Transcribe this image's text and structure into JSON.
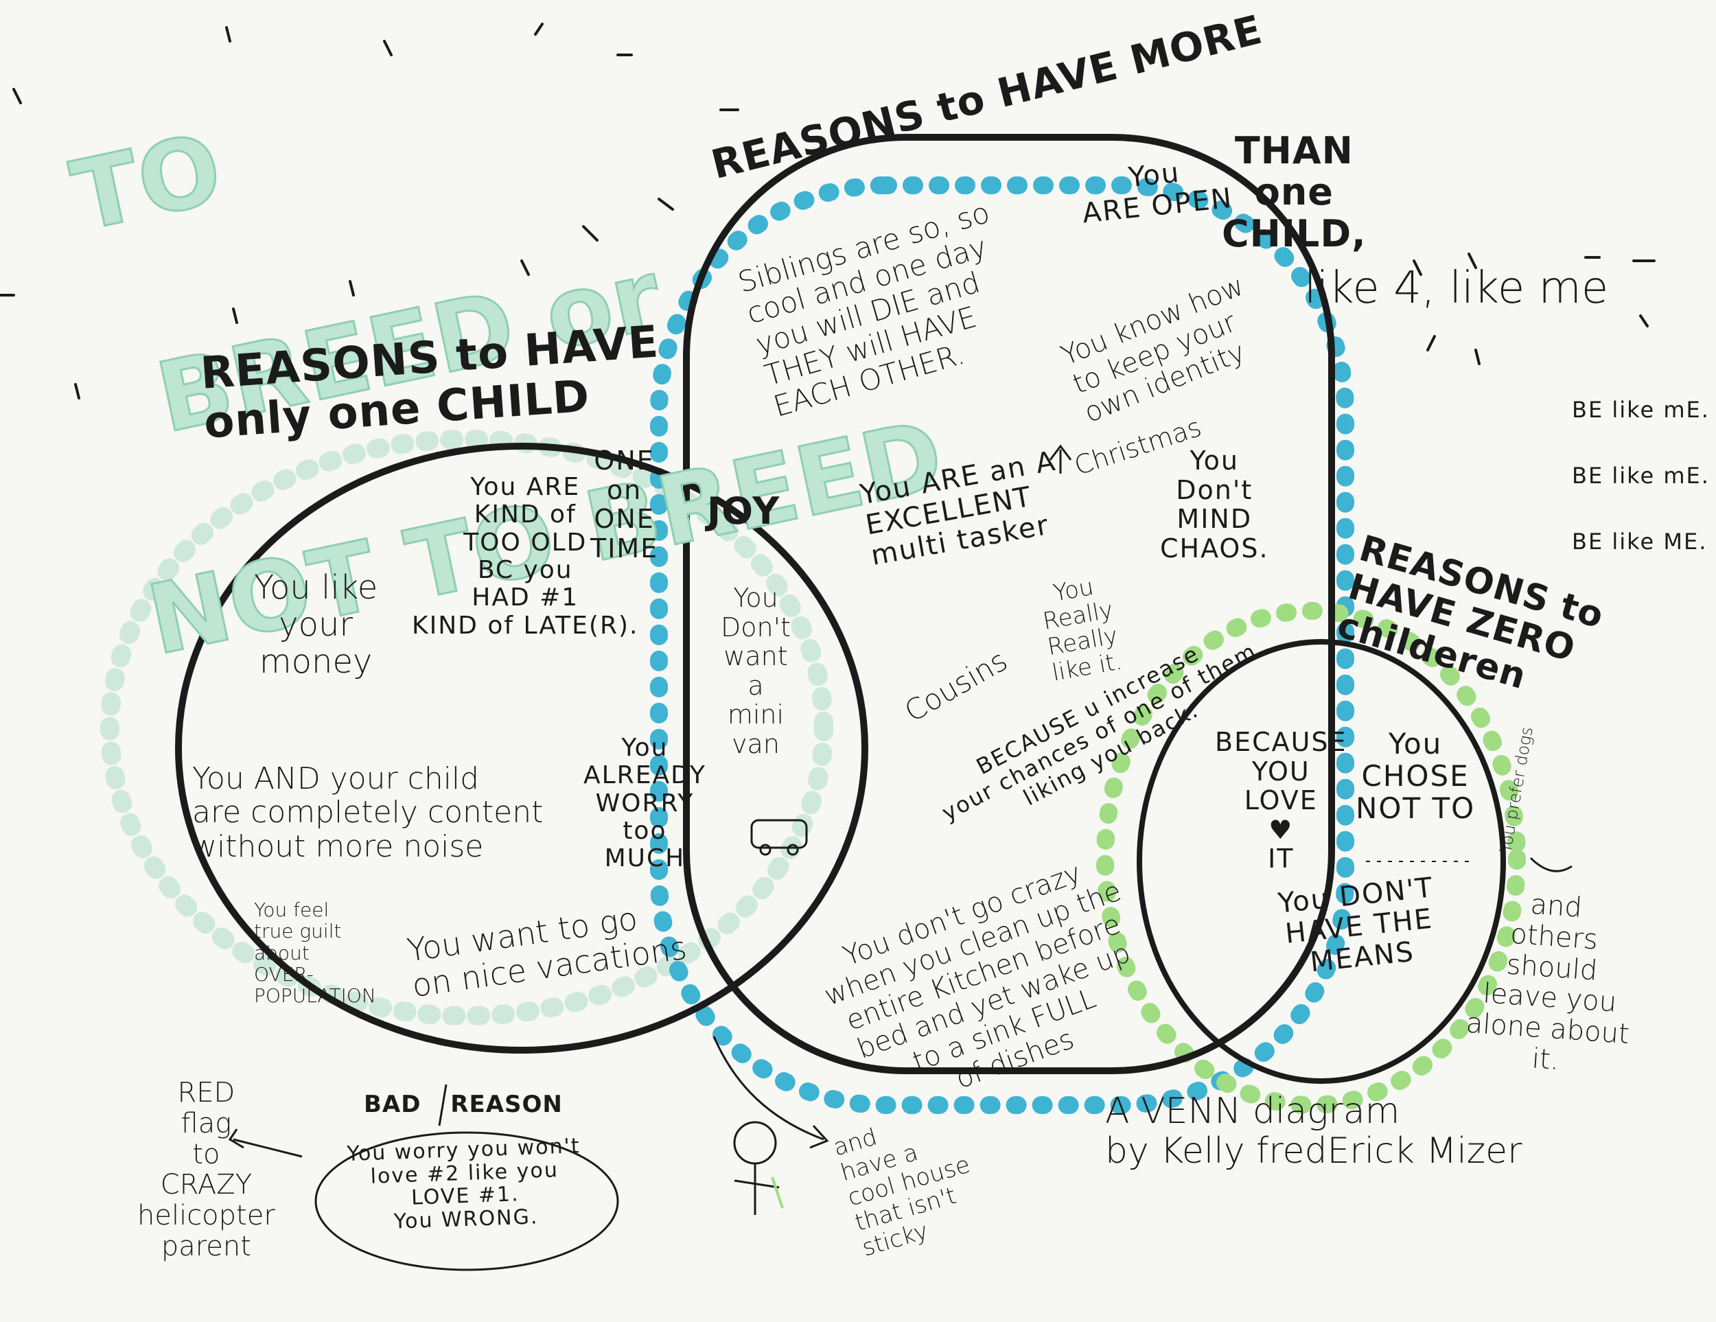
{
  "title_lines": [
    "TO",
    "BREED or",
    "NOT TO BREED"
  ],
  "headings": {
    "one_child": "REASONS to HAVE\nonly one CHILD",
    "more_child_a": "REASONS to HAVE MORE",
    "more_child_b": "THAN\none\nCHILD,",
    "like_four": "like 4, like me",
    "zero": "REASONS to\nHAVE ZERO\nchilderen"
  },
  "be_like_me": [
    "BE like mE.",
    "BE like mE.",
    "BE like ME."
  ],
  "one_child_reasons": {
    "money": "You like\nyour\nmoney",
    "old": "You ARE\nKIND of\nTOO OLD\nBC you\nHAD #1\nKIND of LATE(R).",
    "one_on_one": "ONE\non\nONE\nTIME",
    "content": "You AND your child\nare completely content\nwithout more noise",
    "worry": "You\nALREADY\nWORRY\ntoo\nMUCH",
    "guilt": "You feel\ntrue guilt\nabout\nOVER-\nPOPULATION",
    "vacations": "You want to go\non nice vacations"
  },
  "overlap_one_more": {
    "joy": "JOY",
    "minivan": "You\nDon't\nwant\na\nmini\nvan"
  },
  "more_child_reasons": {
    "siblings": "Siblings are so, so\ncool and one day\nyou will DIE and\nTHEY will HAVE\nEACH OTHER.",
    "open": "You\nARE OPEN",
    "identity": "You know how\nto keep your\nown identity",
    "multitasker": "You ARE an A\nEXCELLENT\nmulti tasker",
    "christmas": "Christmas",
    "chaos": "You\nDon't\nMIND\nCHAOS.",
    "really_like": "You\nReally\nReally\nlike it.",
    "cousins": "Cousins",
    "chances": "BECAUSE u increase\nyour chances of one of them\nliking you back.",
    "kitchen": "You don't go crazy\nwhen you clean up the\nentire Kitchen before\nbed and yet wake up\nto a sink FULL\nof dishes"
  },
  "overlap_more_zero": {
    "love_it": "BECAUSE\nYOU\nLOVE\n♥\nIT"
  },
  "zero_reasons": {
    "chose": "You\nCHOSE\nNOT TO",
    "means": "You DON'T\nHAVE THE\nMEANS",
    "dogs": "You prefer dogs",
    "others": "and\nothers\nshould\nleave you\nalone about\nit."
  },
  "bad_reason": {
    "label": "BAD REASON",
    "text": "You worry you won't\nlove #2 like you\nLOVE #1.\nYou WRONG."
  },
  "red_flag": "RED\nflag\nto\nCRAZY\nhelicopter\nparent",
  "cool_house": "and\nhave a\ncool house\nthat isn't\nsticky",
  "credit": "A VENN diagram\nby Kelly fredErick Mizer",
  "colors": {
    "ink": "#1b1b1b",
    "title_green": "#bfe6d2",
    "scallop_blue": "#3fb3d2",
    "scallop_green": "#9fdc82",
    "scallop_pale": "#cfe8dc",
    "heart_red": "#d9265a"
  }
}
